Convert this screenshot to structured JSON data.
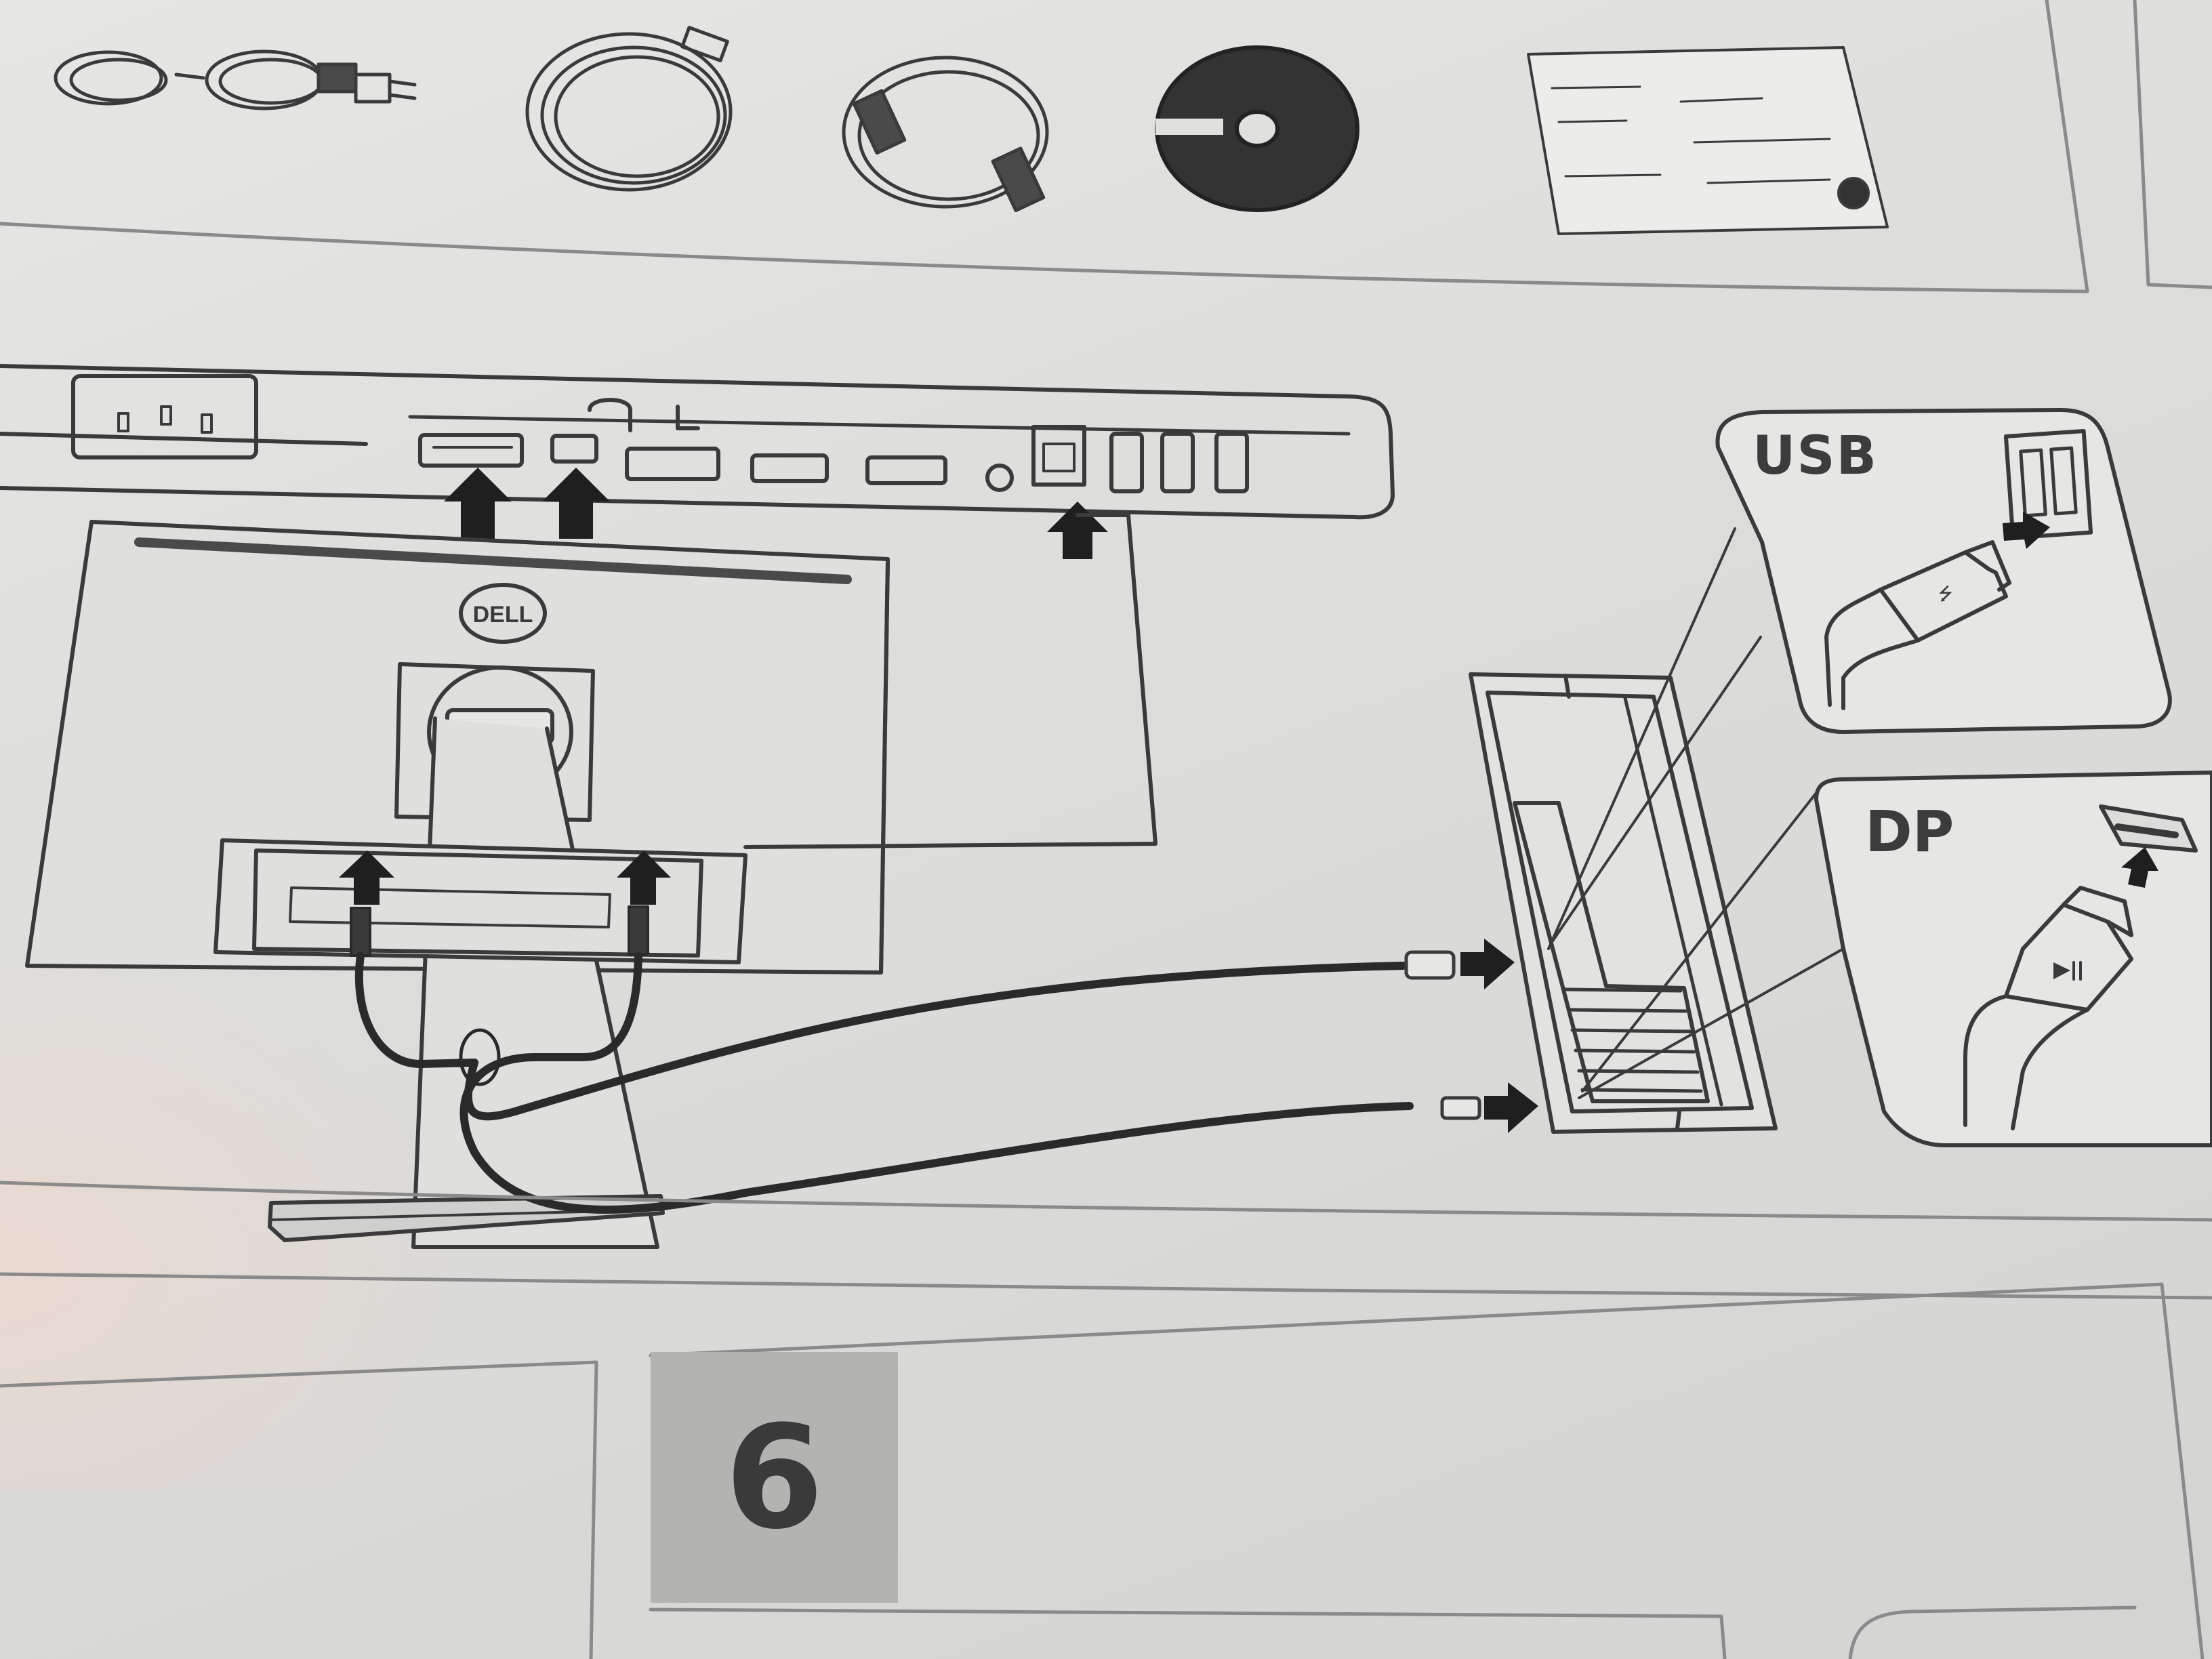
{
  "diagram": {
    "callouts": {
      "usb": "USB",
      "dp": "DP"
    },
    "monitor_logo": "DELL",
    "step": {
      "number": "6"
    }
  },
  "accessories": [
    {
      "name": "power-cable"
    },
    {
      "name": "usb-cable"
    },
    {
      "name": "displayport-cable"
    },
    {
      "name": "driver-disc"
    },
    {
      "name": "quick-setup-guide"
    }
  ]
}
